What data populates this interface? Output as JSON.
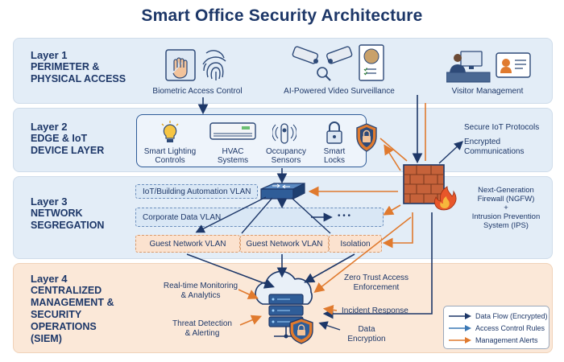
{
  "title": "Smart Office Security Architecture",
  "layers": [
    {
      "name": "Layer 1",
      "desc": [
        "PERIMETER &",
        "PHYSICAL ACCESS"
      ]
    },
    {
      "name": "Layer 2",
      "desc": [
        "EDGE & IoT",
        "DEVICE LAYER"
      ]
    },
    {
      "name": "Layer 3",
      "desc": [
        "NETWORK",
        "SEGREGATION"
      ]
    },
    {
      "name": "Layer 4",
      "desc": [
        "CENTRALIZED",
        "MANAGEMENT &",
        "SECURITY",
        "OPERATIONS",
        "(SIEM)"
      ]
    }
  ],
  "layer1": {
    "biometric": "Biometric Access Control",
    "video": "AI-Powered Video Surveillance",
    "visitor": "Visitor Management"
  },
  "layer2": {
    "devices": [
      {
        "label": [
          "Smart Lighting",
          "Controls"
        ],
        "icon": "lightbulb-icon"
      },
      {
        "label": [
          "HVAC",
          "Systems"
        ],
        "icon": "hvac-icon"
      },
      {
        "label": [
          "Occupancy",
          "Sensors"
        ],
        "icon": "sensor-icon"
      },
      {
        "label": [
          "Smart",
          "Locks"
        ],
        "icon": "lock-icon"
      }
    ],
    "protocols": "Secure IoT Protocols",
    "encrypted": [
      "Encrypted",
      "Communications"
    ]
  },
  "layer3": {
    "iot_vlan": "IoT/Building Automation VLAN",
    "corp_vlan": "Corporate Data VLAN",
    "more": "• • •",
    "guest1": "Guest Network VLAN",
    "guest2": "Guest Network VLAN",
    "isolation": "Isolation",
    "firewall": [
      "Next-Generation",
      "Firewall (NGFW)",
      "+",
      "Intrusion Prevention",
      "System (IPS)"
    ]
  },
  "layer4": {
    "monitoring": [
      "Real-time Monitoring",
      "& Analytics"
    ],
    "threat": [
      "Threat Detection",
      "& Alerting"
    ],
    "zero_trust": [
      "Zero Trust Access",
      "Enforcement"
    ],
    "incident": "Incident Response",
    "encryption": [
      "Data",
      "Encryption"
    ]
  },
  "legend": [
    {
      "label": "Data Flow (Encrypted)",
      "color": "#1d3768"
    },
    {
      "label": "Access Control Rules",
      "color": "#3a78b5"
    },
    {
      "label": "Management Alerts",
      "color": "#e07a2e"
    }
  ],
  "colors": {
    "navy": "#1d3768",
    "blue": "#3a78b5",
    "orange": "#e07a2e"
  }
}
